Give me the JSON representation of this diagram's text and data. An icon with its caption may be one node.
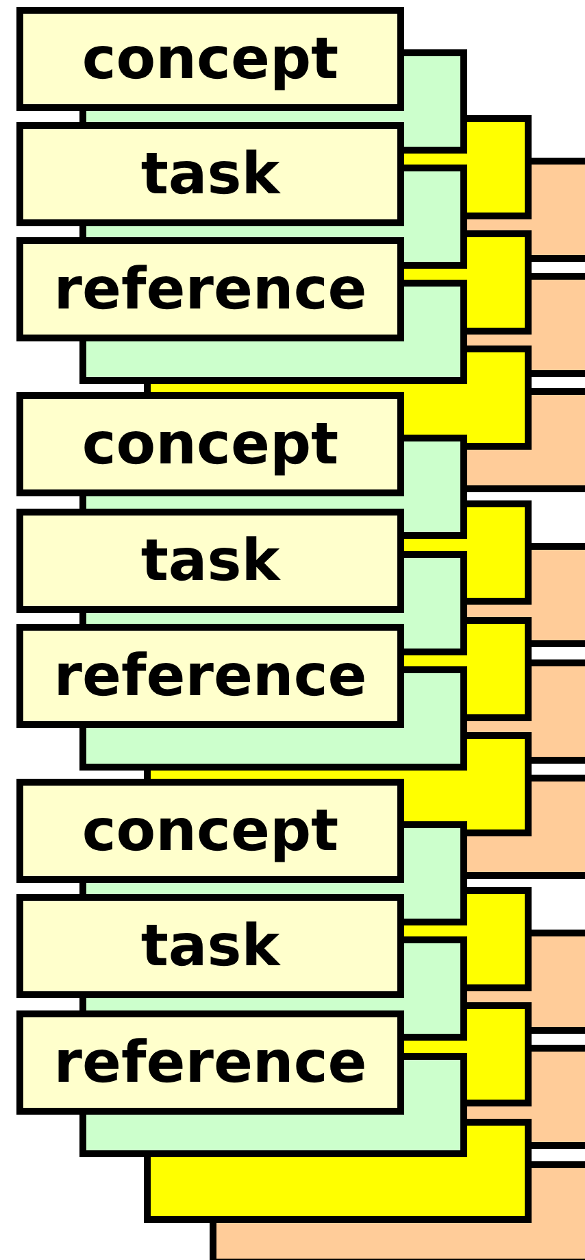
{
  "diagram": {
    "nodes": [
      {
        "text": [
          "concept"
        ]
      },
      {
        "text": [
          "task"
        ]
      },
      {
        "text": [
          "reference"
        ]
      },
      {
        "text": [
          "concept"
        ]
      },
      {
        "text": [
          "task"
        ]
      },
      {
        "text": [
          "reference"
        ]
      },
      {
        "text": [
          "concept"
        ]
      },
      {
        "text": [
          "task"
        ]
      },
      {
        "text": [
          "reference"
        ]
      }
    ]
  }
}
